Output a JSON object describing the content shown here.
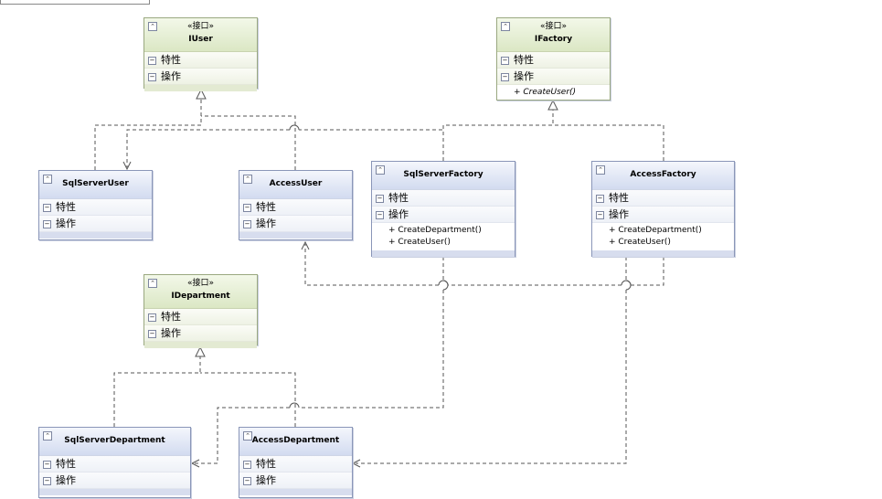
{
  "labels": {
    "attributes": "特性",
    "operations": "操作",
    "interface_stereotype": "«接口»"
  },
  "classes": {
    "iuser": {
      "name": "IUser",
      "kind": "interface",
      "operations": []
    },
    "ifactory": {
      "name": "IFactory",
      "kind": "interface",
      "operations": [
        "+ CreateUser()"
      ]
    },
    "idepartment": {
      "name": "IDepartment",
      "kind": "interface",
      "operations": []
    },
    "sqlserveruser": {
      "name": "SqlServerUser",
      "kind": "class",
      "operations": []
    },
    "accessuser": {
      "name": "AccessUser",
      "kind": "class",
      "operations": []
    },
    "sqlserverfactory": {
      "name": "SqlServerFactory",
      "kind": "class",
      "operations": [
        "+ CreateDepartment()",
        "+ CreateUser()"
      ]
    },
    "accessfactory": {
      "name": "AccessFactory",
      "kind": "class",
      "operations": [
        "+ CreateDepartment()",
        "+ CreateUser()"
      ]
    },
    "sqlserverdepartment": {
      "name": "SqlServerDepartment",
      "kind": "class",
      "operations": []
    },
    "accessdepartment": {
      "name": "AccessDepartment",
      "kind": "class",
      "operations": []
    }
  },
  "relations": [
    {
      "from": "SqlServerUser",
      "to": "IUser",
      "type": "realization"
    },
    {
      "from": "AccessUser",
      "to": "IUser",
      "type": "realization"
    },
    {
      "from": "SqlServerFactory",
      "to": "IFactory",
      "type": "realization"
    },
    {
      "from": "AccessFactory",
      "to": "IFactory",
      "type": "realization"
    },
    {
      "from": "SqlServerDepartment",
      "to": "IDepartment",
      "type": "realization"
    },
    {
      "from": "AccessDepartment",
      "to": "IDepartment",
      "type": "realization"
    },
    {
      "from": "SqlServerFactory",
      "to": "SqlServerUser",
      "type": "dependency"
    },
    {
      "from": "AccessFactory",
      "to": "AccessUser",
      "type": "dependency"
    },
    {
      "from": "SqlServerFactory",
      "to": "SqlServerDepartment",
      "type": "dependency"
    },
    {
      "from": "AccessFactory",
      "to": "AccessDepartment",
      "type": "dependency"
    }
  ],
  "colors": {
    "interface_header": "#dbe7c4",
    "class_header": "#d2dbf0",
    "connector": "#555555"
  }
}
